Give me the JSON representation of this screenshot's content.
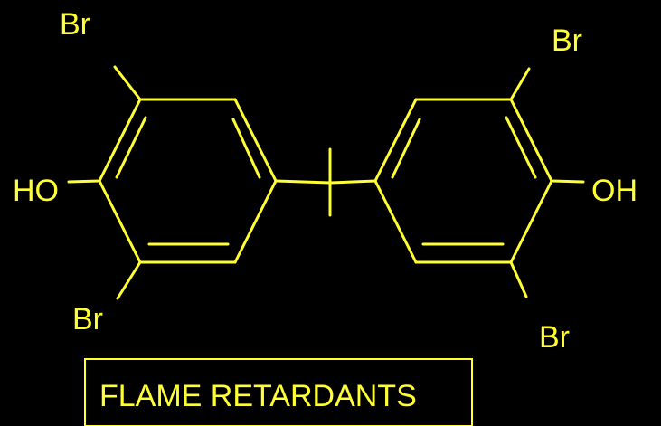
{
  "colors": {
    "background": "#000000",
    "structure": "#ffff33",
    "caption_border": "#ffff33"
  },
  "atoms": {
    "br_top_left": "Br",
    "br_top_right": "Br",
    "br_bottom_left": "Br",
    "br_bottom_right": "Br",
    "ho_left": "HO",
    "oh_right": "OH"
  },
  "caption": {
    "text": "FLAME RETARDANTS"
  }
}
